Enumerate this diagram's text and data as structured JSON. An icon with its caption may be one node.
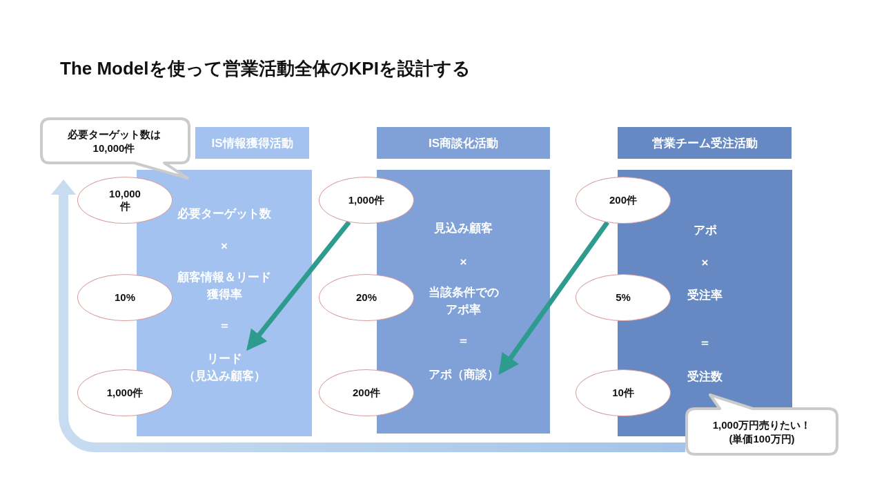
{
  "diagram": {
    "title": "The Modelを使って営業活動全体のKPIを設計する",
    "nodes": [
      {
        "text": [
          "必要ターゲット数は10,000件"
        ]
      },
      {
        "text": [
          "IS情報獲得活動"
        ]
      },
      {
        "text": [
          "10,000件"
        ]
      },
      {
        "text": [
          "10%"
        ]
      },
      {
        "text": [
          "1,000件"
        ]
      },
      {
        "text": [
          "必要ターゲット数",
          "×",
          "顧客情報＆リード獲得率",
          "＝"
        ]
      },
      {
        "text": [
          "リード（見込み顧客）"
        ],
        "in": 5
      },
      {
        "text": [
          "IS商談化活動"
        ]
      },
      {
        "text": [
          "1,000件"
        ]
      },
      {
        "text": [
          "20%"
        ]
      },
      {
        "text": [
          "200件"
        ]
      },
      {
        "text": [
          "見込み顧客",
          "×",
          "当該条件でのアポ率",
          "＝"
        ]
      },
      {
        "text": [
          "アポ（商談）"
        ],
        "in": 11
      },
      {
        "text": [
          "営業チーム受注活動"
        ]
      },
      {
        "text": [
          "200件"
        ]
      },
      {
        "text": [
          "5%"
        ]
      },
      {
        "text": [
          "10件"
        ]
      },
      {
        "text": [
          "アポ",
          "×",
          "受注率",
          "＝"
        ]
      },
      {
        "text": [
          "受注数"
        ],
        "in": 17
      },
      {
        "text": [
          "1,000万円売りたい！(単価100万円)"
        ]
      }
    ],
    "edges": [
      {
        "from": 8,
        "to": 6,
        "arrow": "to"
      },
      {
        "from": 14,
        "to": 12,
        "arrow": "to"
      },
      {
        "from": 19,
        "to": 0,
        "arrow": "to",
        "style": "thick",
        "color": "#a3c4e8"
      }
    ]
  }
}
